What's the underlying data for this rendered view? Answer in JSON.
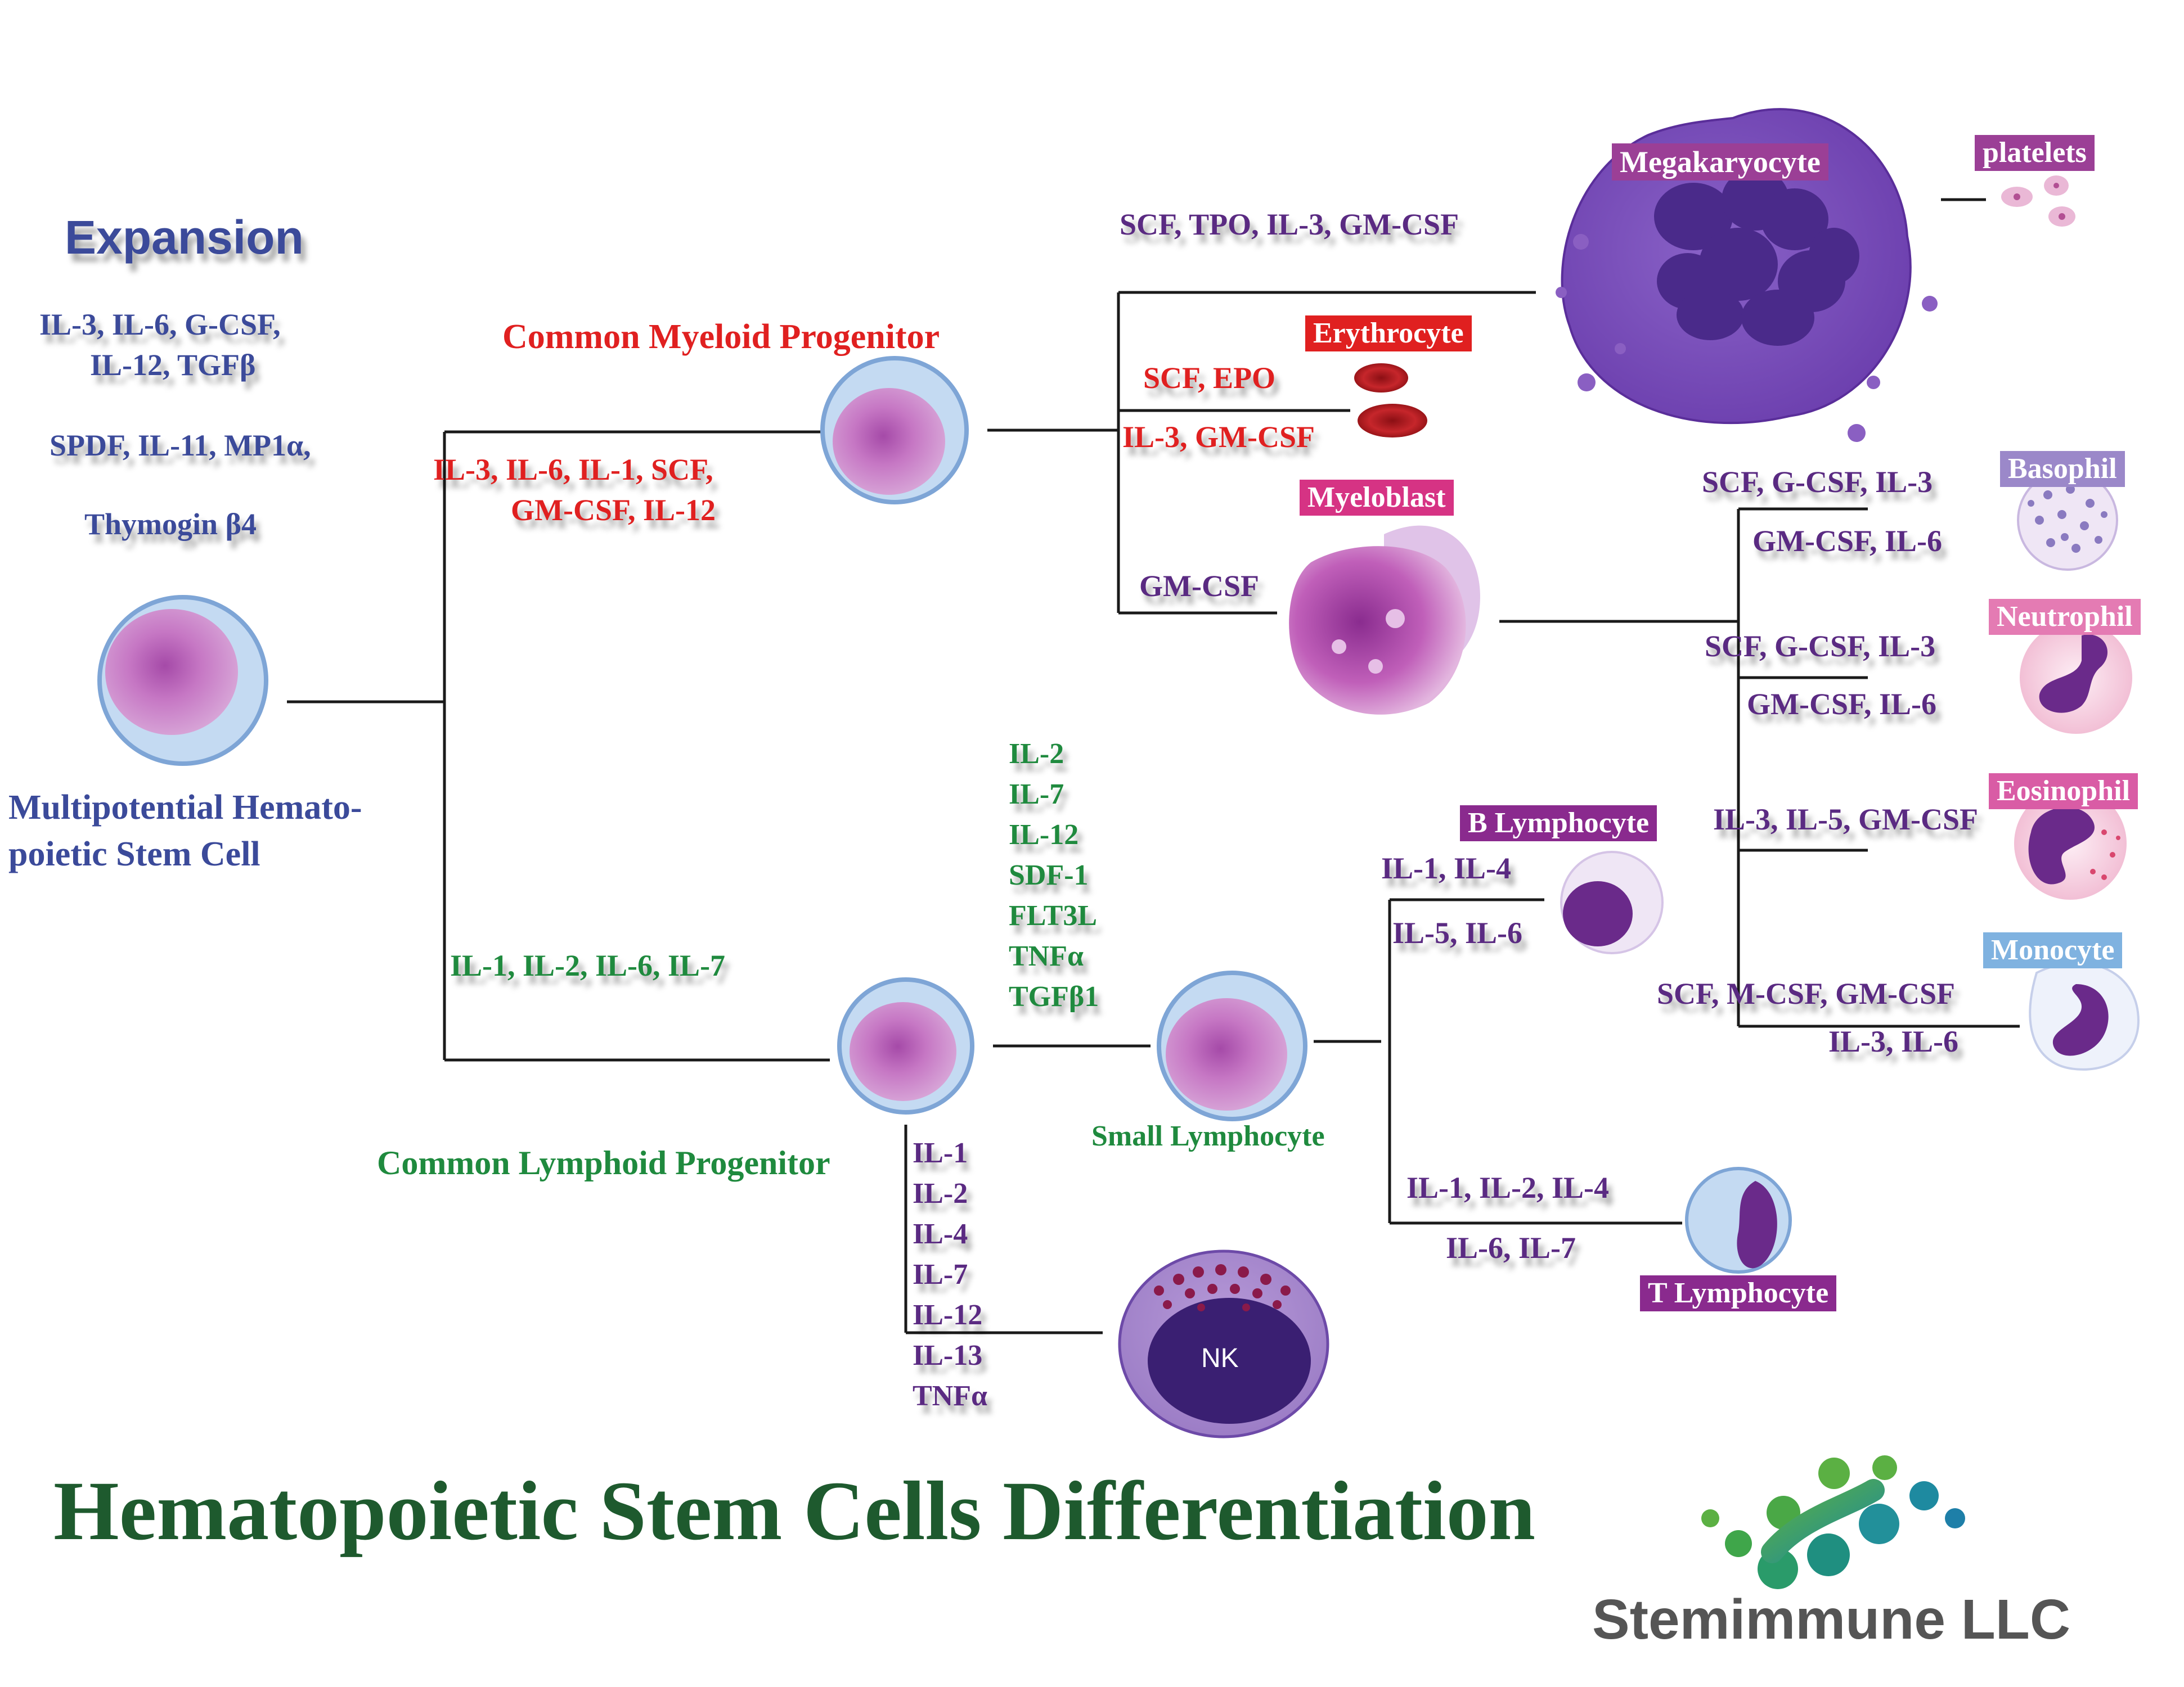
{
  "title": "Hematopoietic Stem Cells Differentiation",
  "company": "Stemimmune LLC",
  "expansion": {
    "heading": "Expansion",
    "line1": "IL-3,    IL-6,    G-CSF,",
    "line2": "IL-12,    TGFβ",
    "line3": "SPDF,  IL-11,  MP1α,",
    "line4": "Thymogin β4"
  },
  "cells": {
    "stem": {
      "line1": "Multipotential Hemato-",
      "line2": "poietic Stem Cell"
    },
    "cmp": "Common Myeloid Progenitor",
    "clp": "Common Lymphoid Progenitor",
    "small_lymph": "Small Lymphocyte",
    "megakaryocyte": "Megakaryocyte",
    "platelets": "platelets",
    "erythrocyte": "Erythrocyte",
    "myeloblast": "Myeloblast",
    "basophil": "Basophil",
    "neutrophil": "Neutrophil",
    "eosinophil": "Eosinophil",
    "monocyte": "Monocyte",
    "b_lymph": "B Lymphocyte",
    "t_lymph": "T Lymphocyte",
    "nk": "NK"
  },
  "factors": {
    "cmp_a": "IL-3,    IL-6,    IL-1,    SCF,",
    "cmp_b": "GM-CSF,     IL-12",
    "clp": "IL-1,    IL-2,   IL-6,  IL-7",
    "mega": "SCF,  TPO,  IL-3,  GM-CSF",
    "ery_a": "SCF,   EPO",
    "ery_b": "IL-3,  GM-CSF",
    "myeloblast": "GM-CSF",
    "baso_a": "SCF,  G-CSF,  IL-3",
    "baso_b": "GM-CSF,  IL-6",
    "neut_a": "SCF,  G-CSF,  IL-3",
    "neut_b": "GM-CSF,  IL-6",
    "eos": "IL-3, IL-5,  GM-CSF",
    "mono_a": "SCF,  M-CSF,  GM-CSF",
    "mono_b": "IL-3,  IL-6",
    "b_a": "IL-1,   IL-4",
    "b_b": "IL-5,   IL-6",
    "t_a": "IL-1,   IL-2,  IL-4",
    "t_b": "IL-6,   IL-7",
    "small_lymph": [
      "IL-2",
      "IL-7",
      "IL-12",
      "SDF-1",
      "FLT3L",
      "TNFα",
      "TGFβ1"
    ],
    "nk": [
      "IL-1",
      "IL-2",
      "IL-4",
      "IL-7",
      "IL-12",
      "IL-13",
      "TNFα"
    ]
  },
  "colors": {
    "factor_purple": "#5a2a82",
    "factor_red": "#e02020",
    "factor_green": "#1f8a3e",
    "factor_blue": "#3b4a9a",
    "title_green": "#1e5a2e",
    "label_mega": "#9b3f96",
    "label_ery": "#e02020",
    "label_myelo": "#d63384",
    "label_baso": "#9b88c9",
    "label_neut": "#e47bb3",
    "label_eos": "#d95ca5",
    "label_mono": "#7fb2e0",
    "label_lymph": "#8a2a8e"
  }
}
